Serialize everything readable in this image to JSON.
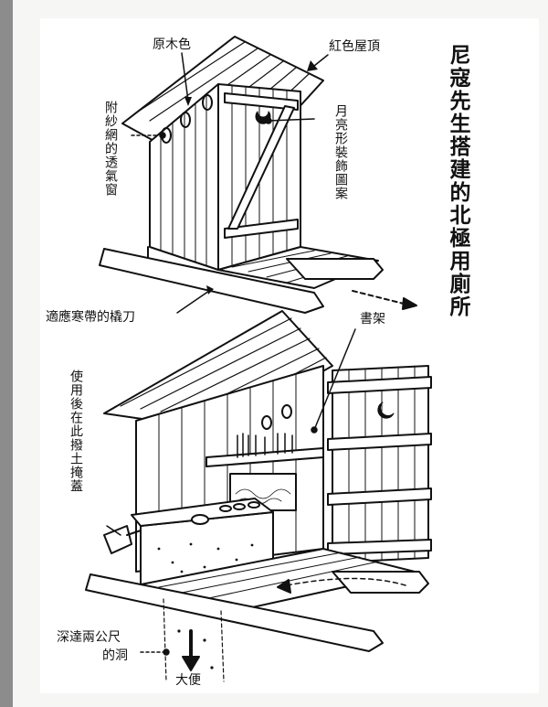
{
  "title": "尼寇先生搭建的北極用廁所",
  "labels": {
    "natural_wood": "原木色",
    "red_roof": "紅色屋頂",
    "mesh_vent": "附紗網的透氣窗",
    "moon_deco": "月亮形裝飾圖案",
    "sled_runner": "適應寒帶的橇刀",
    "bookshelf": "書架",
    "cover_soil": "使用後在此撥土掩蓋",
    "deep_hole_1": "深達兩公尺",
    "deep_hole_2": "的洞",
    "stool": "大便"
  },
  "colors": {
    "ink": "#111111",
    "paper": "#ffffff",
    "margin": "#8c8c8c"
  }
}
